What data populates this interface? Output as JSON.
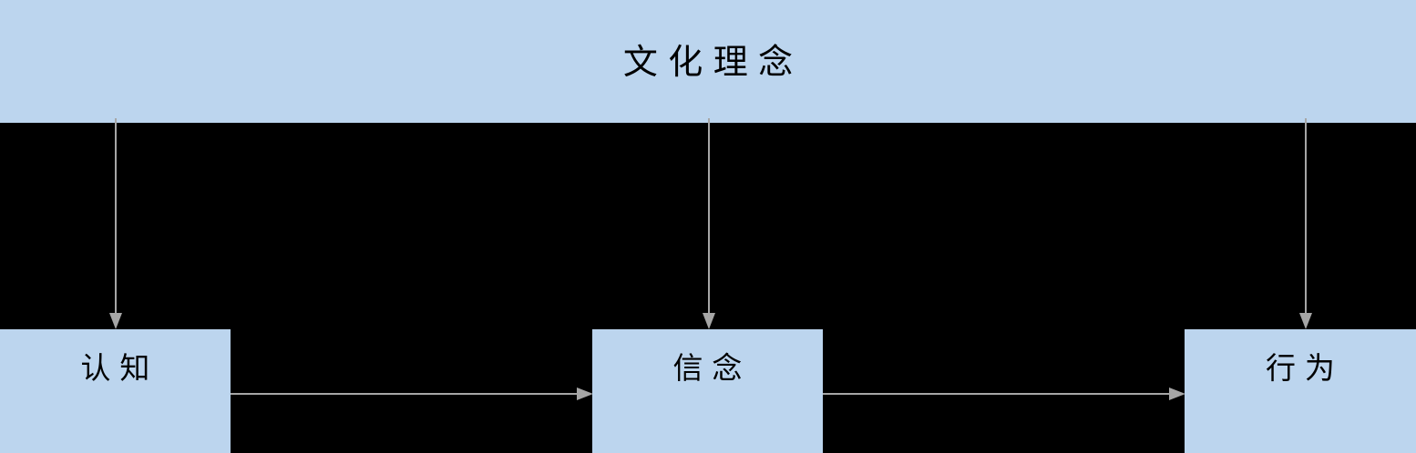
{
  "diagram": {
    "title_node": {
      "id": "culture",
      "label": "文化理念",
      "fill": "#bcd5ee",
      "text_color": "#000000"
    },
    "nodes": [
      {
        "id": "cognition",
        "label": "认知",
        "fill": "#bcd5ee",
        "text_color": "#000000"
      },
      {
        "id": "belief",
        "label": "信念",
        "fill": "#bcd5ee",
        "text_color": "#000000"
      },
      {
        "id": "behavior",
        "label": "行为",
        "fill": "#bcd5ee",
        "text_color": "#000000"
      }
    ],
    "connectors": [
      {
        "id": "culture-cognition",
        "from": "culture",
        "to": "cognition",
        "direction": "down",
        "label": "",
        "color": "#a6a6a6"
      },
      {
        "id": "culture-belief",
        "from": "culture",
        "to": "belief",
        "direction": "down",
        "label": "",
        "color": "#a6a6a6"
      },
      {
        "id": "culture-behavior",
        "from": "culture",
        "to": "behavior",
        "direction": "down",
        "label": "",
        "color": "#a6a6a6"
      },
      {
        "id": "cognition-belief",
        "from": "cognition",
        "to": "belief",
        "direction": "right",
        "label": "",
        "color": "#a6a6a6"
      },
      {
        "id": "belief-behavior",
        "from": "belief",
        "to": "behavior",
        "direction": "right",
        "label": "",
        "color": "#a6a6a6"
      }
    ],
    "background_color": "#000000",
    "connector_color": "#a6a6a6"
  }
}
